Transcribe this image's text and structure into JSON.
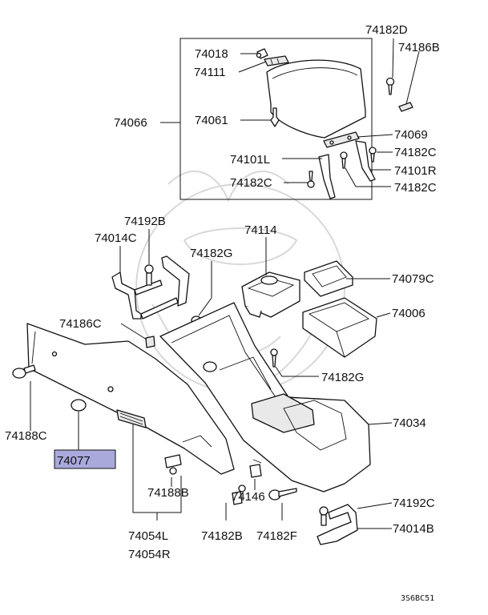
{
  "diagram": {
    "labels": {
      "p74182D": "74182D",
      "p74186B": "74186B",
      "p74018": "74018",
      "p74111": "74111",
      "p74061": "74061",
      "p74066": "74066",
      "p74069": "74069",
      "p74182C_a": "74182C",
      "p74101L": "74101L",
      "p74101R": "74101R",
      "p74182C_b": "74182C",
      "p74182C_c": "74182C",
      "p74192B": "74192B",
      "p74014C": "74014C",
      "p74114": "74114",
      "p74182G_a": "74182G",
      "p74079C": "74079C",
      "p74006": "74006",
      "p74186C": "74186C",
      "p74182G_b": "74182G",
      "p74034": "74034",
      "p74188C": "74188C",
      "p74077": "74077",
      "p74188B": "74188B",
      "p74146": "74146",
      "p74192C": "74192C",
      "p74014B": "74014B",
      "p74054L": "74054L",
      "p74054R": "74054R",
      "p74182B": "74182B",
      "p74182F": "74182F"
    },
    "highlighted_part": "74077",
    "highlight_color": "#a9a9dc",
    "figure_code": "3S6BC51"
  }
}
